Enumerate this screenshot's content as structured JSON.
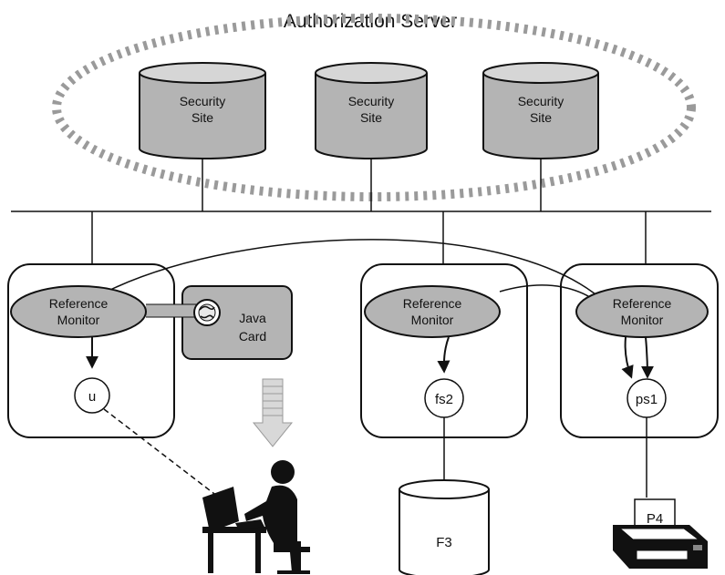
{
  "title": "Authorization Server",
  "security_sites": [
    {
      "line1": "Security",
      "line2": "Site"
    },
    {
      "line1": "Security",
      "line2": "Site"
    },
    {
      "line1": "Security",
      "line2": "Site"
    }
  ],
  "nodes": {
    "left": {
      "monitor": {
        "line1": "Reference",
        "line2": "Monitor"
      },
      "java_card": {
        "line1": "Java",
        "line2": "Card"
      },
      "process": "u"
    },
    "middle": {
      "monitor": {
        "line1": "Reference",
        "line2": "Monitor"
      },
      "process": "fs2",
      "storage": "F3"
    },
    "right": {
      "monitor": {
        "line1": "Reference",
        "line2": "Monitor"
      },
      "process": "ps1",
      "printer": "P4"
    }
  },
  "colors": {
    "gray_fill": "#b4b4b4",
    "cylinder_top": "#d6d6d6",
    "line": "#111111",
    "dash": "#9a9a9a"
  }
}
